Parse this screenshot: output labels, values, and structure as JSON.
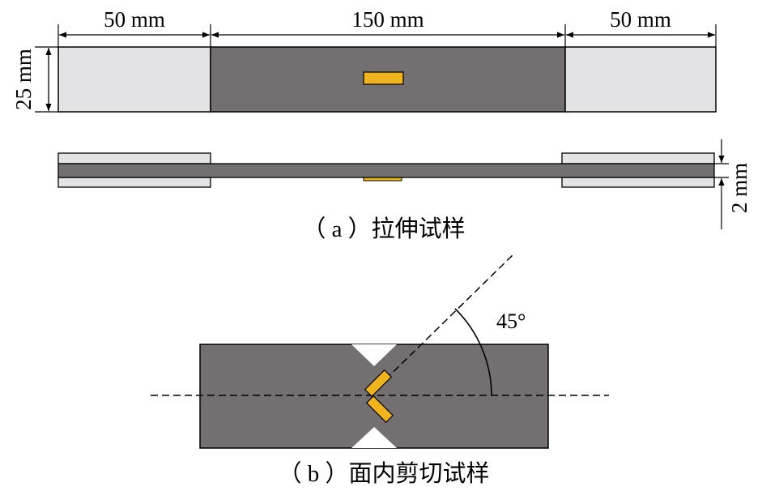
{
  "colors": {
    "grip": "#e3e3e5",
    "specimen": "#747071",
    "gauge": "#f0b51e",
    "line": "#000000",
    "notch": "#ffffff"
  },
  "tensile": {
    "dim_left": "50 mm",
    "dim_middle": "150 mm",
    "dim_right": "50 mm",
    "dim_width": "25 mm",
    "dim_thickness": "2 mm",
    "caption": "（ a ）拉伸试样"
  },
  "shear": {
    "angle_label": "45°",
    "caption": "（ b ）面内剪切试样"
  }
}
